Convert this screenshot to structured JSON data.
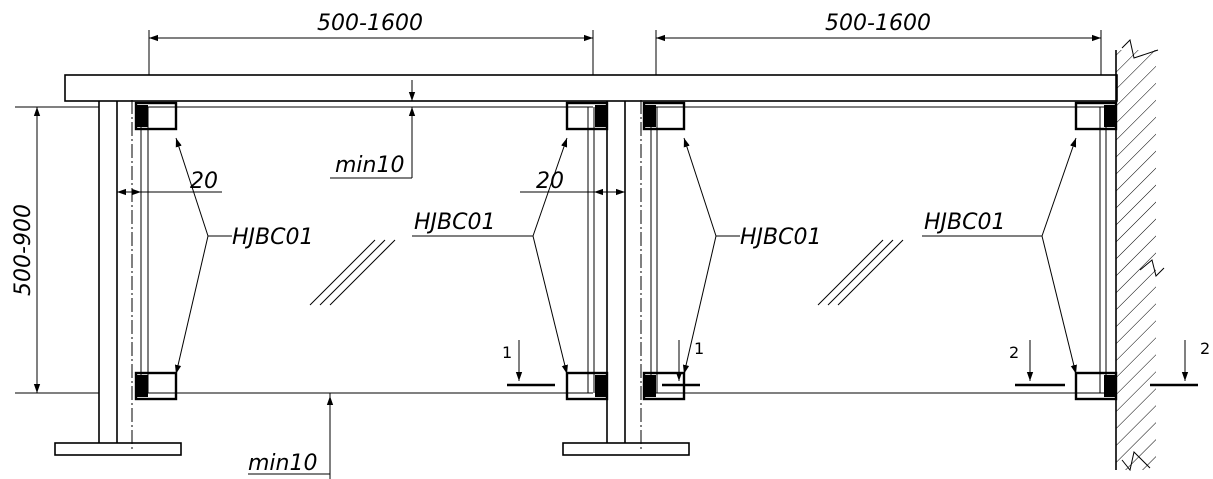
{
  "dimensions": {
    "span_left": "500-1600",
    "span_right": "500-1600",
    "height": "500-900",
    "gap_top": "min10",
    "gap_bottom": "min10",
    "offset_left": "20",
    "offset_mid": "20"
  },
  "clamp_labels": {
    "c1": "HJBC01",
    "c2": "HJBC01",
    "c3": "HJBC01",
    "c4": "HJBC01"
  },
  "section_marks": {
    "s1a": "1",
    "s1b": "1",
    "s2a": "2",
    "s2b": "2"
  }
}
